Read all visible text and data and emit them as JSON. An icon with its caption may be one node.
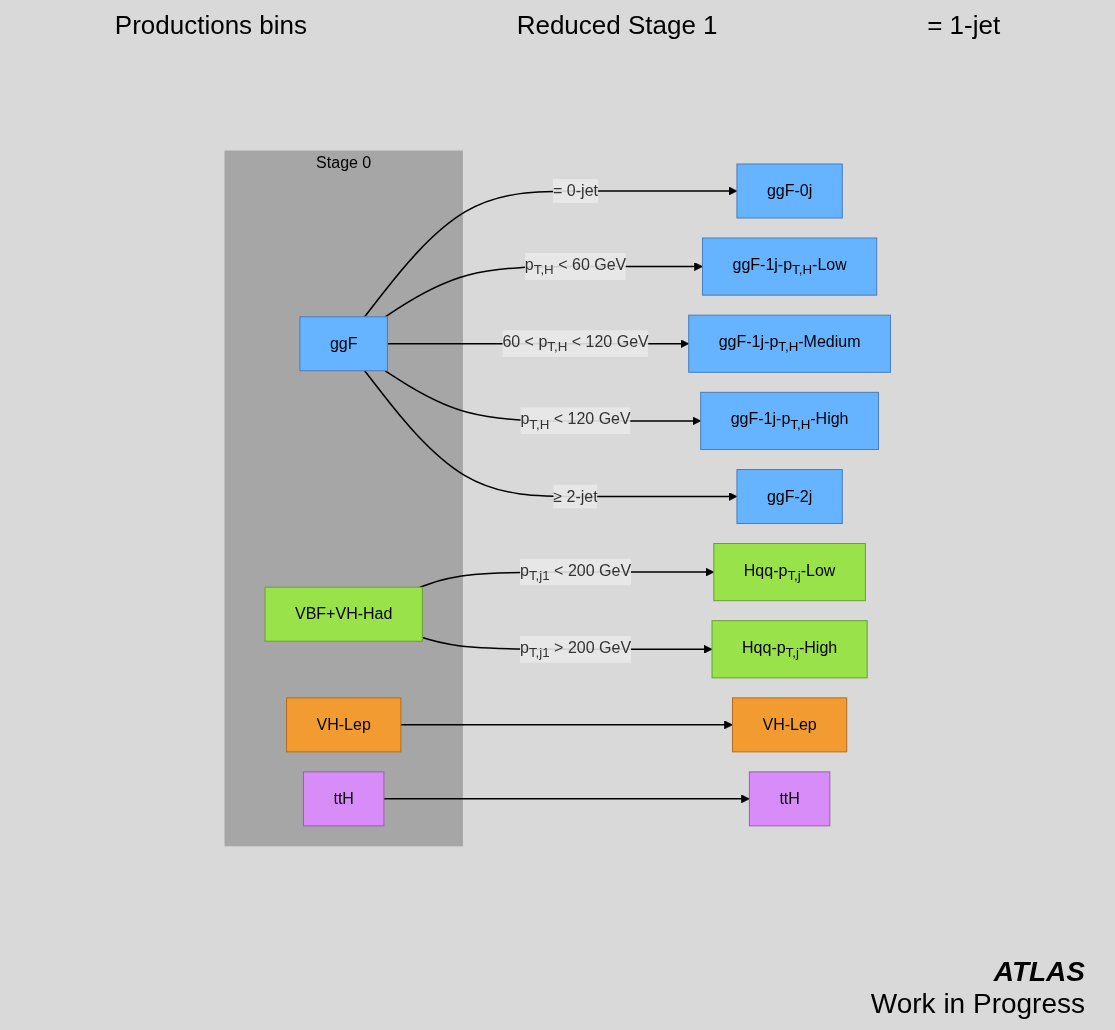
{
  "diagram": {
    "nodes": [
      {
        "text": [
          "Stage 0"
        ]
      },
      {
        "text": [
          "ggF"
        ],
        "in": 0
      },
      {
        "text": [
          "VBF+VH-Had"
        ],
        "in": 0
      },
      {
        "text": [
          "VH-Lep"
        ],
        "in": 0
      },
      {
        "text": [
          "ttH"
        ],
        "in": 0
      },
      {
        "text": [
          "ggF-0j"
        ]
      },
      {
        "text": [
          "ggF-1j-p$_{T,H}$-Low"
        ]
      },
      {
        "text": [
          "ggF-1j-p$_{T,H}$-Medium"
        ]
      },
      {
        "text": [
          "ggF-1j-p$_{T,H}$-High"
        ]
      },
      {
        "text": [
          "ggF-2j"
        ]
      },
      {
        "text": [
          "Hqq-p$_{T,j}$-Low"
        ]
      },
      {
        "text": [
          "Hqq-p$_{T,j}$-High"
        ]
      },
      {
        "text": [
          "VH-Lep"
        ]
      },
      {
        "text": [
          "ttH"
        ]
      }
    ],
    "edges": [
      {
        "from": 1,
        "to": 5,
        "arrow": "to",
        "label": "= 0-jet"
      },
      {
        "from": 1,
        "to": 6,
        "arrow": "to",
        "label": "p$_{T,H}$ < 60 GeV"
      },
      {
        "from": 1,
        "to": 7,
        "arrow": "to",
        "label": "60 < p$_{T,H}$ < 120 GeV"
      },
      {
        "from": 1,
        "to": 8,
        "arrow": "to",
        "label": "p$_{T,H}$ < 120 GeV"
      },
      {
        "from": 1,
        "to": 9,
        "arrow": "to",
        "label": "≥ 2-jet"
      },
      {
        "from": 2,
        "to": 10,
        "arrow": "to",
        "label": "p$_{T,j1}$ < 200 GeV"
      },
      {
        "from": 2,
        "to": 11,
        "arrow": "to",
        "label": "p$_{T,j1}$ > 200 GeV"
      },
      {
        "from": 3,
        "to": 12,
        "arrow": "to"
      },
      {
        "from": 4,
        "to": 13,
        "arrow": "to"
      }
    ],
    "labels": [
      "Productions bins",
      "Reduced Stage 1",
      "= 1-jet",
      "ATLAS",
      "Work in Progress"
    ]
  }
}
